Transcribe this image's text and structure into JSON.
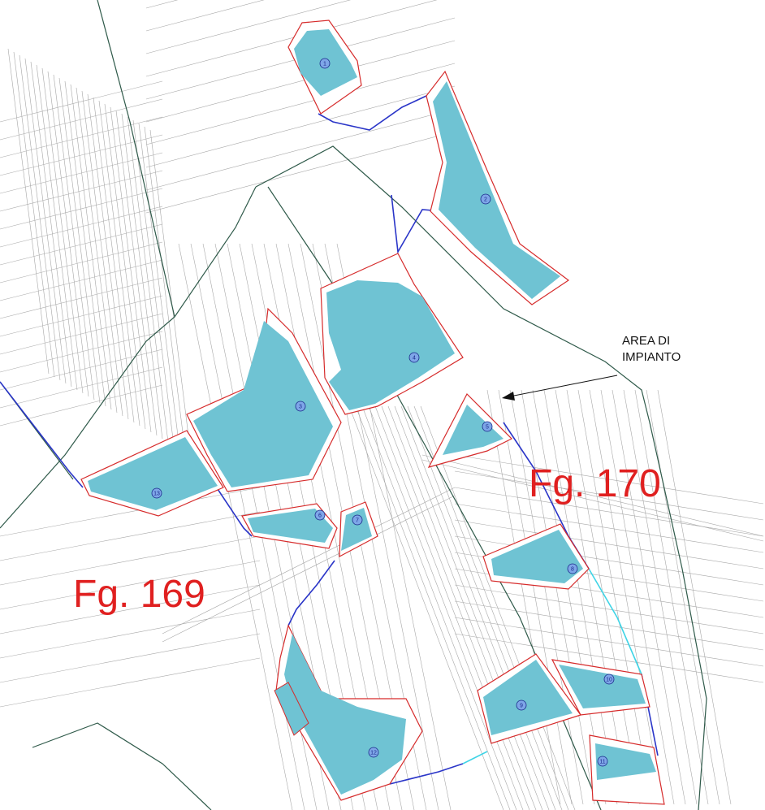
{
  "map": {
    "sheets": [
      {
        "label": "Fg. 169"
      },
      {
        "label": "Fg. 170"
      }
    ],
    "annotation": {
      "line1": "AREA DI",
      "line2": "IMPIANTO"
    },
    "plots": [
      "1",
      "2",
      "3",
      "4",
      "5",
      "6",
      "7",
      "8",
      "9",
      "10",
      "11",
      "12",
      "13"
    ],
    "colors": {
      "plot_fill": "#6fc3d3",
      "plot_border": "#d62b2b",
      "cable_blue": "#2a35c8",
      "cable_cyan": "#3fd4e6",
      "sheet_boundary": "#2f5a4a",
      "parcel_lines": "#9a9a9a",
      "sheet_label": "#e02020"
    },
    "icons": [
      "arrow-icon",
      "plot-number-marker"
    ]
  }
}
